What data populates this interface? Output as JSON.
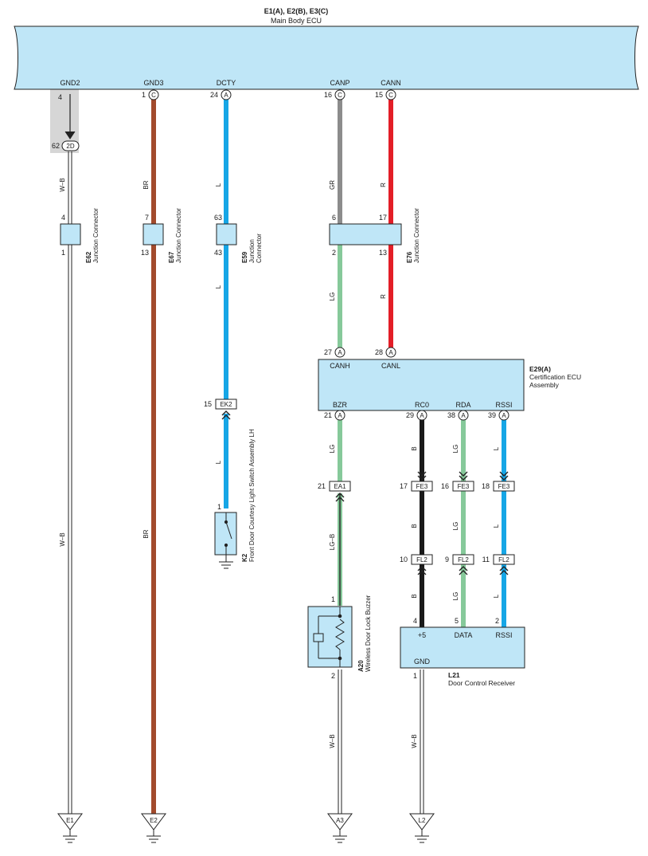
{
  "header": {
    "connectors": "E1(A), E2(B), E3(C)",
    "component": "Main Body ECU"
  },
  "ecu_terminals": {
    "gnd2": {
      "name": "GND2",
      "pin": "4"
    },
    "gnd3": {
      "name": "GND3",
      "pin": "1",
      "conn": "C"
    },
    "dcty": {
      "name": "DCTY",
      "pin": "24",
      "conn": "A"
    },
    "canp": {
      "name": "CANP",
      "pin": "16",
      "conn": "C"
    },
    "cann": {
      "name": "CANN",
      "pin": "15",
      "conn": "C"
    }
  },
  "splice_2d": {
    "pin": "62",
    "label": "2D"
  },
  "wire_colors": {
    "wb": "W–B",
    "br": "BR",
    "l": "L",
    "gr": "GR",
    "r": "R",
    "lg": "LG",
    "lgb": "LG–B",
    "b": "B"
  },
  "junctions": {
    "e62": {
      "id": "E62",
      "name": "Junction Connector",
      "top_pin": "4",
      "bottom_pin": "1"
    },
    "e67": {
      "id": "E67",
      "name": "Junction Connector",
      "top_pin": "7",
      "bottom_pin": "13"
    },
    "e59": {
      "id": "E59",
      "name_line1": "Junction",
      "name_line2": "Connector",
      "top_pin": "63",
      "bottom_pin": "43"
    },
    "e76": {
      "id": "E76",
      "name": "Junction Connector",
      "top_left": "6",
      "top_right": "17",
      "bottom_left": "2",
      "bottom_right": "13"
    }
  },
  "cert_ecu": {
    "id": "E29(A)",
    "name_line1": "Certification ECU",
    "name_line2": "Assembly",
    "canh": {
      "name": "CANH",
      "pin": "27",
      "conn": "A"
    },
    "canl": {
      "name": "CANL",
      "pin": "28",
      "conn": "A"
    },
    "bzr": {
      "name": "BZR",
      "pin": "21",
      "conn": "A"
    },
    "rc0": {
      "name": "RC0",
      "pin": "29",
      "conn": "A"
    },
    "rda": {
      "name": "RDA",
      "pin": "38",
      "conn": "A"
    },
    "rssi": {
      "name": "RSSI",
      "pin": "39",
      "conn": "A"
    }
  },
  "inline": {
    "ek2": {
      "pin": "15",
      "label": "EK2"
    },
    "ea1": {
      "pin": "21",
      "label": "EA1"
    },
    "fe3_b": {
      "pin": "17",
      "label": "FE3"
    },
    "fe3_lg": {
      "pin": "16",
      "label": "FE3"
    },
    "fe3_l": {
      "pin": "18",
      "label": "FE3"
    },
    "fl2_b": {
      "pin": "10",
      "label": "FL2"
    },
    "fl2_lg": {
      "pin": "9",
      "label": "FL2"
    },
    "fl2_l": {
      "pin": "11",
      "label": "FL2"
    }
  },
  "k2": {
    "id": "K2",
    "name": "Front Door Courtesy Light Switch Assembly LH",
    "pin": "1"
  },
  "a20": {
    "id": "A20",
    "name": "Wireless Door Lock Buzzer",
    "pin_top": "1",
    "pin_bottom": "2"
  },
  "l21": {
    "id": "L21",
    "name": "Door Control Receiver",
    "p5": {
      "name": "+5",
      "pin": "4"
    },
    "data": {
      "name": "DATA",
      "pin": "5"
    },
    "rssi": {
      "name": "RSSI",
      "pin": "2"
    },
    "gnd": {
      "name": "GND",
      "pin": "1"
    }
  },
  "grounds": {
    "e1": "E1",
    "e2": "E2",
    "a3": "A3",
    "l2": "L2"
  },
  "colors": {
    "component_fill": "#bfe6f7",
    "brown": "#a24a2c",
    "blue": "#16a6e6",
    "gray": "#8c8c8c",
    "red": "#e31e27",
    "green": "#86c99a",
    "black": "#1a1a1a",
    "shade": "#d6d6d6"
  }
}
